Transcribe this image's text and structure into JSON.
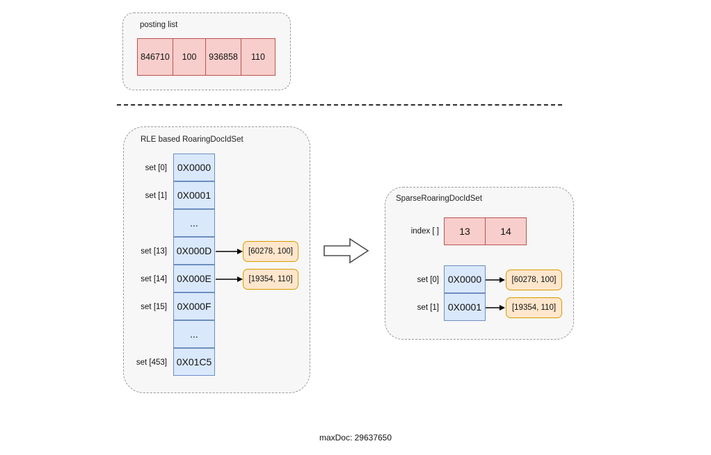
{
  "posting_list": {
    "label": "posting list",
    "cells": [
      "846710",
      "100",
      "936858",
      "110"
    ]
  },
  "rle": {
    "label": "RLE based RoaringDocIdSet",
    "rows": [
      {
        "label": "set [0]",
        "value": "0X0000"
      },
      {
        "label": "set [1]",
        "value": "0X0001"
      },
      {
        "label": "",
        "value": "..."
      },
      {
        "label": "set [13]",
        "value": "0X000D",
        "target": "[60278, 100]"
      },
      {
        "label": "set [14]",
        "value": "0X000E",
        "target": "[19354, 110]"
      },
      {
        "label": "set [15]",
        "value": "0X000F"
      },
      {
        "label": "",
        "value": "..."
      },
      {
        "label": "set [453]",
        "value": "0X01C5"
      }
    ]
  },
  "sparse": {
    "label": "SparseRoaringDocIdSet",
    "index_label": "index [ ]",
    "index_cells": [
      "13",
      "14"
    ],
    "rows": [
      {
        "label": "set [0]",
        "value": "0X0000",
        "target": "[60278, 100]"
      },
      {
        "label": "set [1]",
        "value": "0X0001",
        "target": "[19354, 110]"
      }
    ]
  },
  "footer": {
    "max_doc": "maxDoc: 29637650"
  },
  "colors": {
    "pink_fill": "#f8cecc",
    "pink_border": "#b85450",
    "blue_fill": "#dae8fc",
    "blue_border": "#6c8ebf",
    "orange_fill": "#ffe6cc",
    "orange_border": "#d79b00",
    "container_fill": "#f7f7f7",
    "container_border": "#999999"
  }
}
